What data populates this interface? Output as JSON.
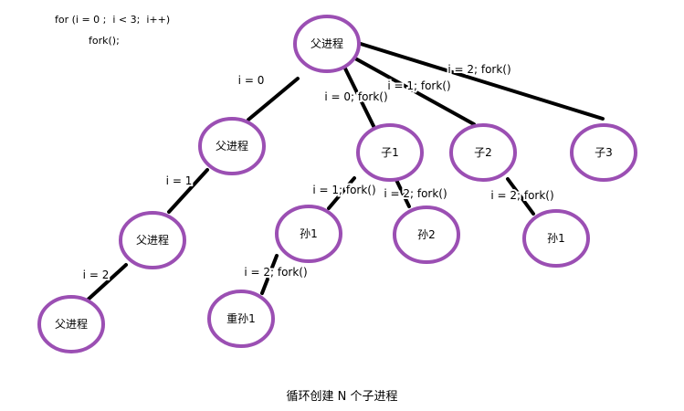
{
  "code": {
    "line1": "for (i = 0 ;  i < 3;  i++)",
    "line2": "fork();"
  },
  "caption": "循环创建 N 个子进程",
  "style": {
    "node_border": "#9b4fb3",
    "edge_color": "#000000"
  },
  "nodes": [
    {
      "id": "root",
      "label": "父进程"
    },
    {
      "id": "p1",
      "label": "父进程"
    },
    {
      "id": "p2",
      "label": "父进程"
    },
    {
      "id": "p3",
      "label": "父进程"
    },
    {
      "id": "c1",
      "label": "子1"
    },
    {
      "id": "c2",
      "label": "子2"
    },
    {
      "id": "c3",
      "label": "子3"
    },
    {
      "id": "g1",
      "label": "孙1"
    },
    {
      "id": "g2",
      "label": "孙2"
    },
    {
      "id": "g3",
      "label": "孙1"
    },
    {
      "id": "gg1",
      "label": "重孙1"
    }
  ],
  "edges": [
    {
      "from": "root",
      "to": "p1",
      "label": "i = 0"
    },
    {
      "from": "root",
      "to": "c1",
      "label": "i = 0; fork()"
    },
    {
      "from": "root",
      "to": "c2",
      "label": "i = 1; fork()"
    },
    {
      "from": "root",
      "to": "c3",
      "label": "i = 2; fork()"
    },
    {
      "from": "p1",
      "to": "p2",
      "label": "i = 1"
    },
    {
      "from": "p2",
      "to": "p3",
      "label": "i = 2"
    },
    {
      "from": "c1",
      "to": "g1",
      "label": "i = 1; fork()"
    },
    {
      "from": "c1",
      "to": "g2",
      "label": "i = 2; fork()"
    },
    {
      "from": "c2",
      "to": "g3",
      "label": "i = 2; fork()"
    },
    {
      "from": "g1",
      "to": "gg1",
      "label": "i = 2; fork()"
    }
  ]
}
